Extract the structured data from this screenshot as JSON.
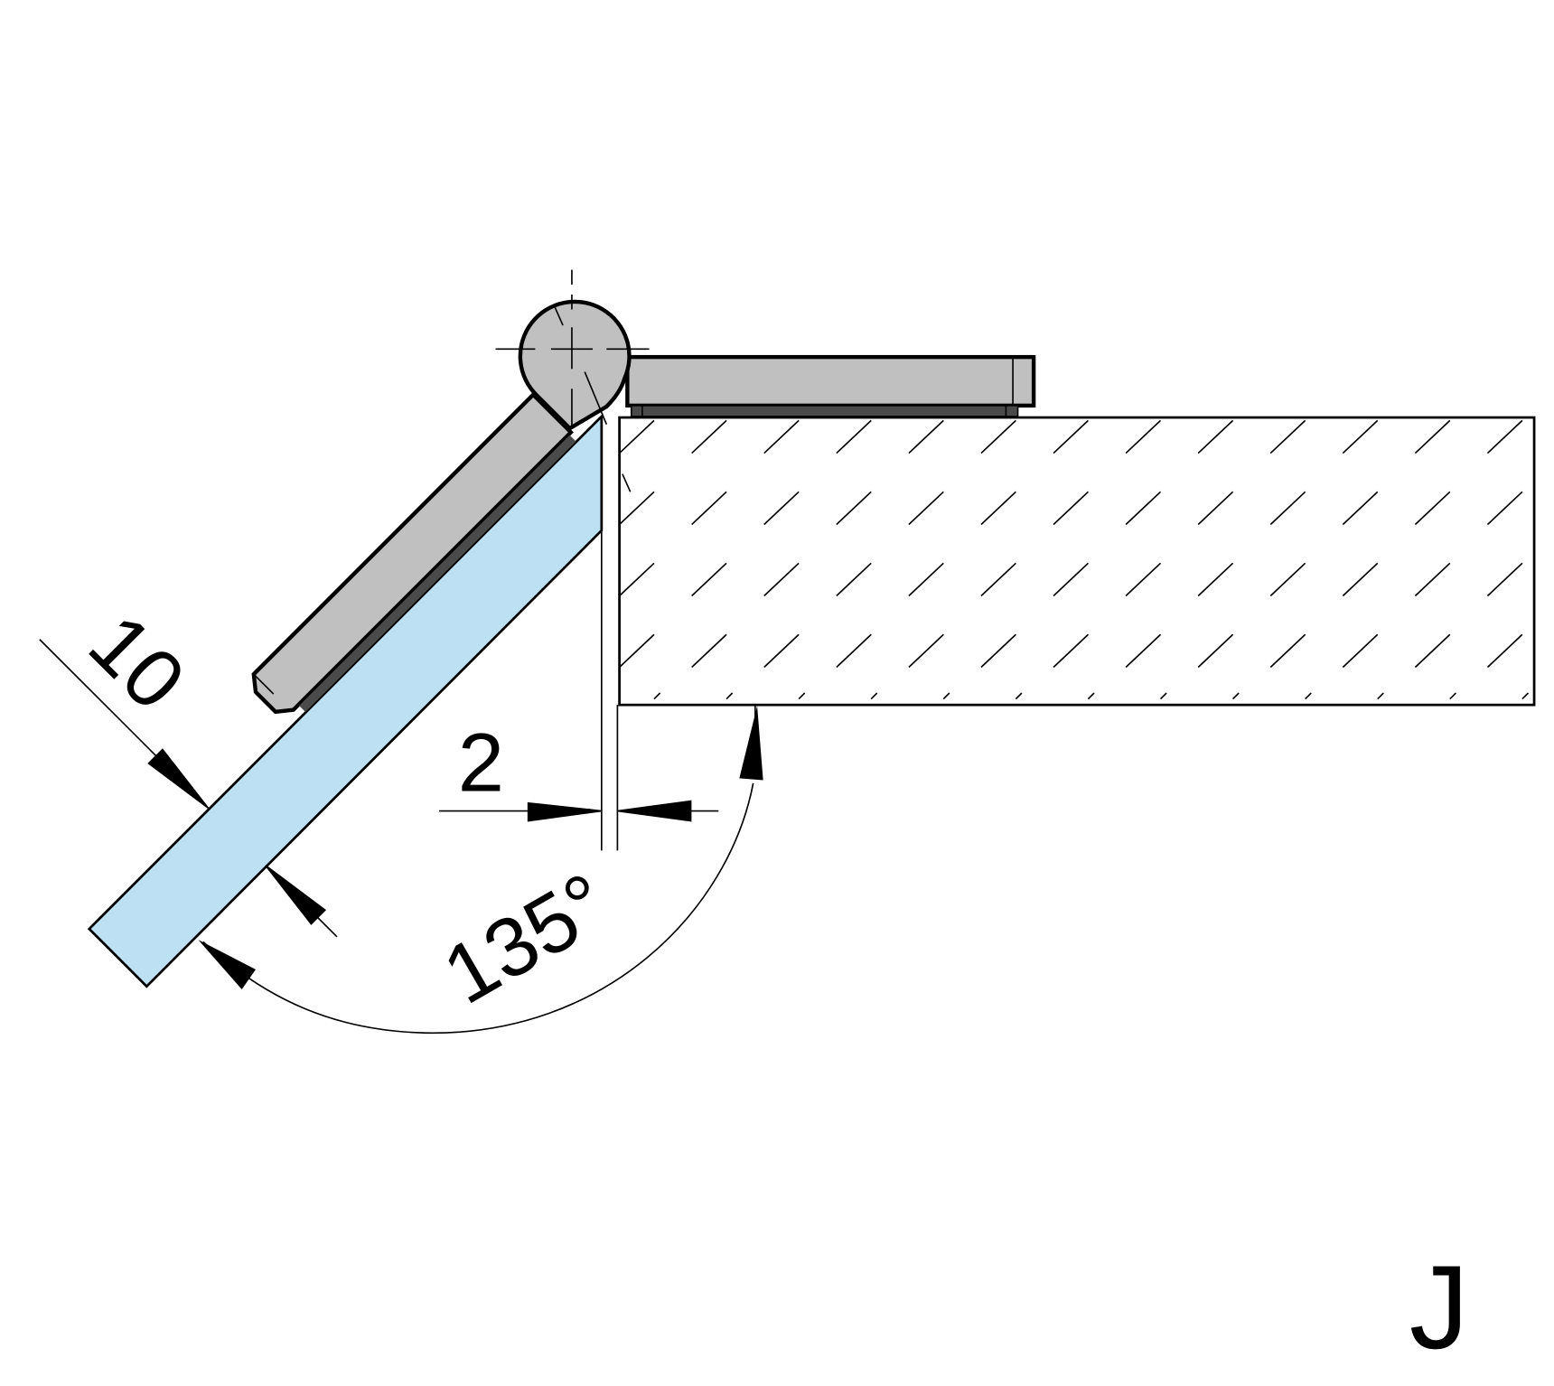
{
  "dimensions": {
    "glass_thickness": "10",
    "gap": "2",
    "opening_angle": "135°"
  },
  "drawing_label": "J",
  "colors": {
    "glass": "#bde0f3",
    "hinge": "#c0c0c0",
    "gasket": "#4a4a4a",
    "line": "#000000"
  }
}
